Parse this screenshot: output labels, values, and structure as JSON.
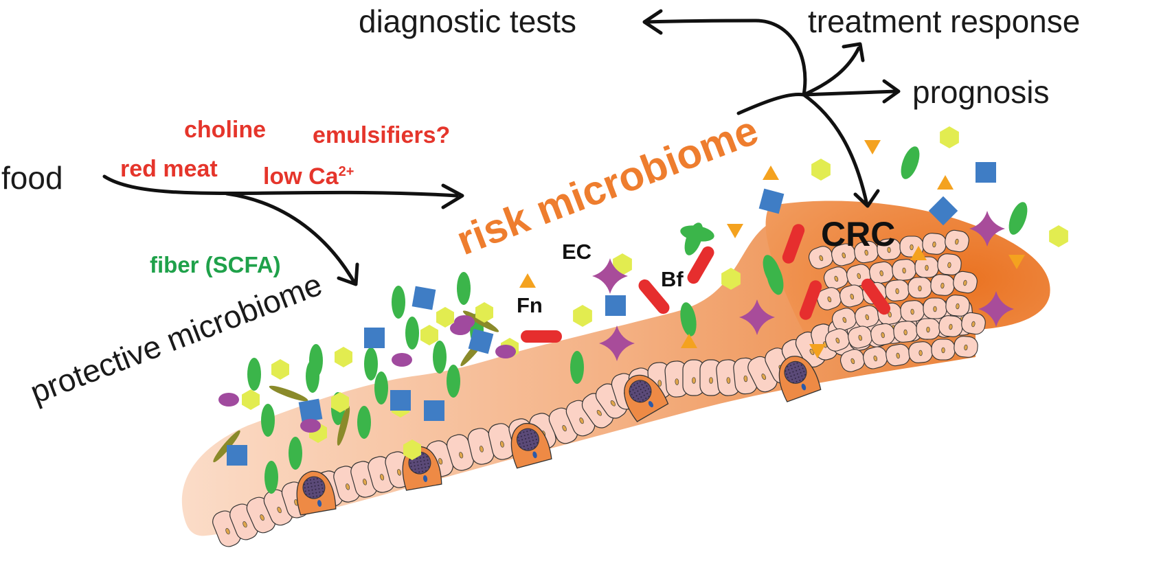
{
  "labels": {
    "food": "food",
    "choline": "choline",
    "emulsifiers": "emulsifiers?",
    "red_meat": "red meat",
    "low_ca": "low Ca",
    "low_ca_sup": "2+",
    "fiber": "fiber (SCFA)",
    "protective": "protective microbiome",
    "risk": "risk microbiome",
    "diagnostic": "diagnostic tests",
    "treatment": "treatment response",
    "prognosis": "prognosis",
    "crc": "CRC",
    "fn": "Fn",
    "ec": "EC",
    "bf": "Bf"
  },
  "colors": {
    "text": "#1a1a1a",
    "diet_risk": "#e5352b",
    "diet_protective": "#1fa14a",
    "risk_microbiome": "#ee7d2e",
    "mucus_light": "#f7cfb4",
    "mucus_dark": "#ec8a44",
    "tumor": "#e8772b",
    "cell_fill": "#fbd2c5",
    "bacteria_green": "#3bb54a",
    "bacteria_red": "#e62e2e",
    "bacteria_olive": "#8a8a2a",
    "hexagon_yellow": "#e2ec50",
    "square_blue": "#3f7dc5",
    "oval_purple": "#a04a9e",
    "star_purple": "#a84c9a",
    "triangle_orange": "#f4a21f"
  }
}
